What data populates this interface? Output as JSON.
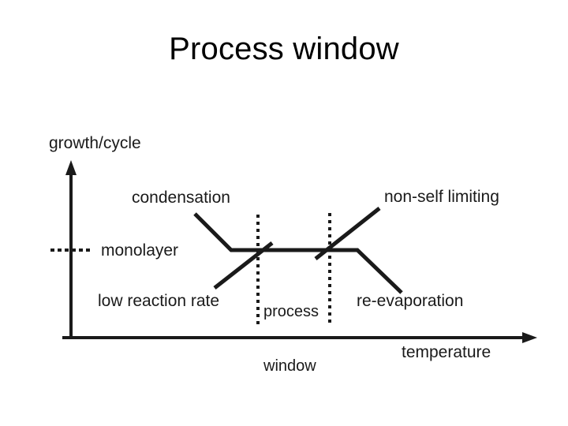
{
  "slide": {
    "title": "Process window",
    "background_color": "#ffffff",
    "ink_color": "#1a1a1a"
  },
  "chart_data": {
    "type": "line",
    "title": "Process window",
    "xlabel": "temperature",
    "ylabel": "growth/cycle",
    "axis_style": "arrows, no numeric ticks",
    "grid": false,
    "legend": false,
    "reference_lines": [
      {
        "name": "monolayer",
        "orientation": "horizontal",
        "style": "dotted",
        "label": "monolayer",
        "y_value": "monolayer"
      },
      {
        "name": "process-window-left-boundary",
        "orientation": "vertical",
        "style": "dotted"
      },
      {
        "name": "process-window-right-boundary",
        "orientation": "vertical",
        "style": "dotted"
      }
    ],
    "regions": [
      {
        "name": "process-window",
        "label": "process window",
        "label_lines": [
          "process",
          "window"
        ]
      }
    ],
    "series": [
      {
        "name": "ideal-ald-growth",
        "label": "growth per cycle",
        "style": "solid",
        "points": [
          {
            "x": 247,
            "y": 271,
            "note": "condensation branch start (high growth at low temperature)"
          },
          {
            "x": 293,
            "y": 317,
            "note": "knee onto monolayer plateau"
          },
          {
            "x": 453,
            "y": 317,
            "note": "plateau end"
          },
          {
            "x": 509,
            "y": 371,
            "note": "re-evaporation branch (growth drops at high temperature)"
          }
        ]
      },
      {
        "name": "low-reaction-rate-branch",
        "label": "low reaction rate",
        "style": "solid",
        "points": [
          {
            "x": 272,
            "y": 365,
            "note": "low growth at low temperature"
          },
          {
            "x": 345,
            "y": 308,
            "note": "rises through the monolayer level"
          }
        ]
      },
      {
        "name": "non-self-limiting-branch",
        "label": "non-self limiting",
        "style": "solid",
        "points": [
          {
            "x": 400,
            "y": 328,
            "note": "crosses monolayer level"
          },
          {
            "x": 481,
            "y": 264,
            "note": "growth exceeds a monolayer at high temperature"
          }
        ]
      }
    ],
    "annotations": [
      {
        "name": "condensation",
        "text": "condensation",
        "region": "below process window temperature"
      },
      {
        "name": "low-reaction-rate",
        "text": "low reaction rate",
        "region": "below process window temperature"
      },
      {
        "name": "non-self-limiting",
        "text": "non-self limiting",
        "region": "above process window temperature"
      },
      {
        "name": "re-evaporation",
        "text": "re-evaporation",
        "region": "above process window temperature"
      },
      {
        "name": "monolayer",
        "text": "monolayer",
        "region": "saturated growth level"
      },
      {
        "name": "process-window",
        "text": "process window",
        "region": "self-limiting temperature range"
      }
    ]
  },
  "labels": {
    "y_axis": "growth/cycle",
    "x_axis": "temperature",
    "condensation": "condensation",
    "non_self_limiting": "non-self limiting",
    "monolayer": "monolayer",
    "low_reaction_rate": "low reaction rate",
    "re_evaporation": "re-evaporation",
    "process_window_line1": "process",
    "process_window_line2": "window"
  }
}
